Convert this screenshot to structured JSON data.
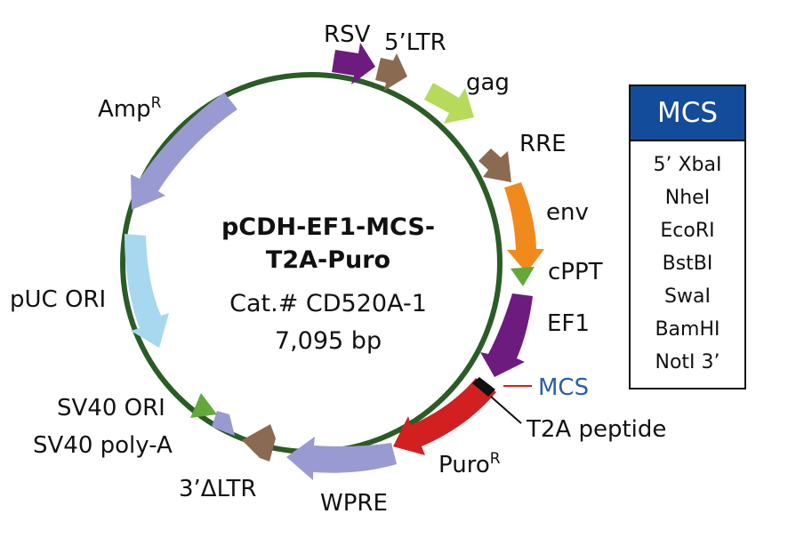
{
  "plasmid": {
    "name_line1": "pCDH-EF1-MCS-",
    "name_line2": "T2A-Puro",
    "catalog": "Cat.# CD520A-1",
    "size": "7,095 bp"
  },
  "features": {
    "rsv": "RSV",
    "ltr5": "5’LTR",
    "gag": "gag",
    "rre": "RRE",
    "env": "env",
    "cppt": "cPPT",
    "ef1": "EF1",
    "mcs": "MCS",
    "t2a": "T2A peptide",
    "puro": "Puro",
    "puro_sup": "R",
    "wpre": "WPRE",
    "ltr3": "3’ΔLTR",
    "sv40_polya": "SV40 poly-A",
    "sv40_ori": "SV40 ORI",
    "puc_ori": "pUC ORI",
    "amp": "Amp",
    "amp_sup": "R"
  },
  "mcs_box": {
    "title": "MCS",
    "sites": [
      "5’ XbaI",
      "NheI",
      "EcoRI",
      "BstBI",
      "SwaI",
      "BamHI",
      "NotI 3’"
    ]
  },
  "colors": {
    "backbone": "#2b5b26",
    "rsv": "#6e1b80",
    "ltr": "#8b6a52",
    "gag": "#b6da5a",
    "env": "#f08a1c",
    "cppt": "#62a83a",
    "ef1": "#6e1b80",
    "puro": "#d21f1f",
    "wpre": "#9a9ad2",
    "sv40_polya": "#9a9ad2",
    "sv40_ori": "#62a83a",
    "puc_ori": "#a7d8ef",
    "amp": "#9a9ad2",
    "mcs_header": "#134c9a",
    "mcs_label": "#2a5ea8"
  }
}
